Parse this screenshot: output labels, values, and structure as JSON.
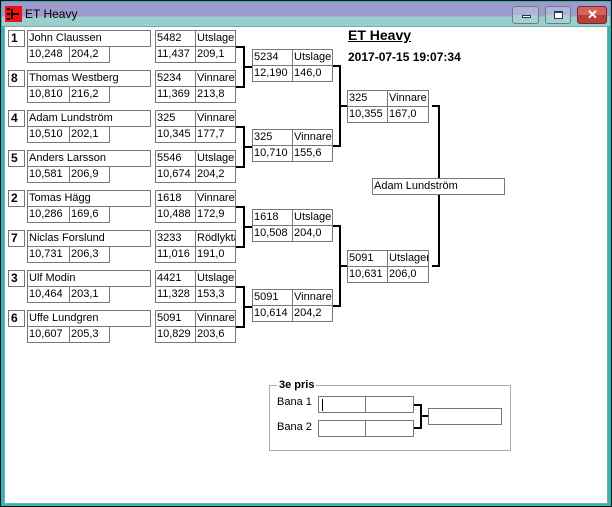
{
  "window": {
    "title": "ET Heavy",
    "buttons": {
      "minimize": "minimize-icon",
      "maximize": "maximize-icon",
      "close": "close-icon"
    }
  },
  "header": {
    "title": "ET Heavy",
    "datetime": "2017-07-15 19:07:34"
  },
  "round1": [
    {
      "seed": "1",
      "name": "John Claussen",
      "rt": "10,248",
      "speed": "204,2",
      "car": "5482",
      "result": "Utslagen",
      "et": "11,437",
      "mph": "209,1"
    },
    {
      "seed": "8",
      "name": "Thomas Westberg",
      "rt": "10,810",
      "speed": "216,2",
      "car": "5234",
      "result": "Vinnare",
      "et": "11,369",
      "mph": "213,8"
    },
    {
      "seed": "4",
      "name": "Adam Lundström",
      "rt": "10,510",
      "speed": "202,1",
      "car": "325",
      "result": "Vinnare",
      "et": "10,345",
      "mph": "177,7"
    },
    {
      "seed": "5",
      "name": "Anders Larsson",
      "rt": "10,581",
      "speed": "206,9",
      "car": "5546",
      "result": "Utslagen",
      "et": "10,674",
      "mph": "204,2"
    },
    {
      "seed": "2",
      "name": "Tomas Hägg",
      "rt": "10,286",
      "speed": "169,6",
      "car": "1618",
      "result": "Vinnare",
      "et": "10,488",
      "mph": "172,9"
    },
    {
      "seed": "7",
      "name": "Niclas Forslund",
      "rt": "10,731",
      "speed": "206,3",
      "car": "3233",
      "result": "Rödlykta",
      "et": "11,016",
      "mph": "191,0"
    },
    {
      "seed": "3",
      "name": "Ulf Modin",
      "rt": "10,464",
      "speed": "203,1",
      "car": "4421",
      "result": "Utslagen",
      "et": "11,328",
      "mph": "153,3"
    },
    {
      "seed": "6",
      "name": "Uffe Lundgren",
      "rt": "10,607",
      "speed": "205,3",
      "car": "5091",
      "result": "Vinnare",
      "et": "10,829",
      "mph": "203,6"
    }
  ],
  "round2": [
    {
      "car": "5234",
      "result": "Utslagen",
      "et": "12,190",
      "mph": "146,0"
    },
    {
      "car": "325",
      "result": "Vinnare",
      "et": "10,710",
      "mph": "155,6"
    },
    {
      "car": "1618",
      "result": "Utslagen",
      "et": "10,508",
      "mph": "204,0"
    },
    {
      "car": "5091",
      "result": "Vinnare",
      "et": "10,614",
      "mph": "204,2"
    }
  ],
  "round3": [
    {
      "car": "325",
      "result": "Vinnare",
      "et": "10,355",
      "mph": "167,0"
    },
    {
      "car": "5091",
      "result": "Utslagen",
      "et": "10,631",
      "mph": "206,0"
    }
  ],
  "winner": {
    "name": "Adam Lundström"
  },
  "third_place": {
    "title": "3e pris",
    "lane1_label": "Bana 1",
    "lane2_label": "Bana 2",
    "lane1": {
      "a": "",
      "b": ""
    },
    "lane2": {
      "a": "",
      "b": ""
    },
    "result": ""
  }
}
